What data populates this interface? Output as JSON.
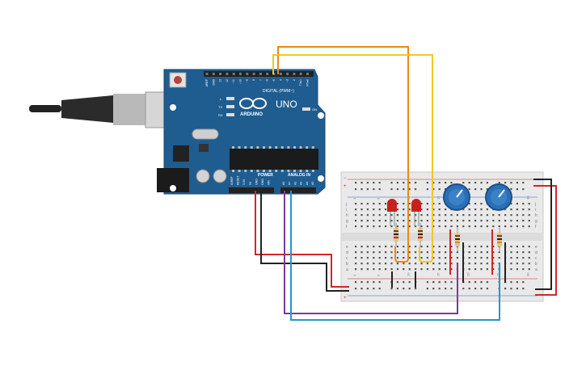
{
  "board": {
    "brand": "ARDUINO",
    "model": "UNO",
    "digital_label": "DIGITAL (PWM~)",
    "power_label": "POWER",
    "analog_label": "ANALOG IN",
    "led_l": "L",
    "led_tx": "TX",
    "led_rx": "RX",
    "led_on": "ON",
    "digital_pins": [
      "AREF",
      "GND",
      "13",
      "12",
      "~11",
      "~10",
      "~9",
      "8",
      "7",
      "~6",
      "~5",
      "4",
      "~3",
      "2",
      "TX▸1",
      "RX◂0"
    ],
    "power_pins": [
      "IOREF",
      "RESET",
      "3.3V",
      "5V",
      "GND",
      "GND",
      "VIN"
    ],
    "analog_pins": [
      "A0",
      "A1",
      "A2",
      "A3",
      "A4",
      "A5"
    ],
    "color": "#1f5c8f"
  },
  "breadboard": {
    "row_letters_top": [
      "j",
      "i",
      "h",
      "g",
      "f"
    ],
    "row_letters_bottom": [
      "e",
      "d",
      "c",
      "b",
      "a"
    ],
    "column_numbers": [
      "1",
      "5",
      "10",
      "15",
      "20",
      "25",
      "30"
    ],
    "rail_plus": "+",
    "rail_minus": "−"
  },
  "colors": {
    "wire_red": "#d0262b",
    "wire_black": "#222222",
    "wire_orange": "#e98a16",
    "wire_yellow": "#f3c624",
    "wire_purple": "#7a3b9c",
    "wire_blue": "#2596c9",
    "led": "#c8201f",
    "pot": "#2b6fb5"
  }
}
